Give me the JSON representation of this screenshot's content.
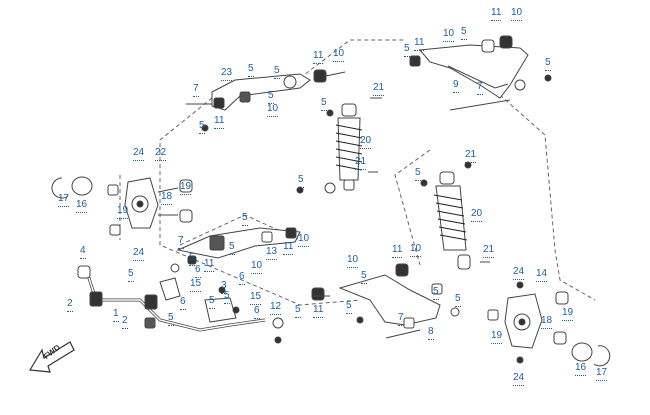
{
  "direction_label": "FWD",
  "callouts": [
    {
      "id": "c1",
      "text": "11"
    },
    {
      "id": "c2",
      "text": "10"
    },
    {
      "id": "c3",
      "text": "10"
    },
    {
      "id": "c4",
      "text": "5"
    },
    {
      "id": "c5",
      "text": "5"
    },
    {
      "id": "c6",
      "text": "11"
    },
    {
      "id": "c7",
      "text": "5"
    },
    {
      "id": "c8",
      "text": "9"
    },
    {
      "id": "c9",
      "text": "7"
    },
    {
      "id": "c10",
      "text": "5"
    },
    {
      "id": "c11",
      "text": "11"
    },
    {
      "id": "c12",
      "text": "10"
    },
    {
      "id": "c13",
      "text": "23"
    },
    {
      "id": "c14",
      "text": "5"
    },
    {
      "id": "c15",
      "text": "5"
    },
    {
      "id": "c16",
      "text": "7"
    },
    {
      "id": "c17",
      "text": "10"
    },
    {
      "id": "c18",
      "text": "5"
    },
    {
      "id": "c19",
      "text": "11"
    },
    {
      "id": "c20",
      "text": "21"
    },
    {
      "id": "c21",
      "text": "5"
    },
    {
      "id": "c22",
      "text": "20"
    },
    {
      "id": "c23",
      "text": "21"
    },
    {
      "id": "c24",
      "text": "24"
    },
    {
      "id": "c25",
      "text": "22"
    },
    {
      "id": "c26",
      "text": "17"
    },
    {
      "id": "c27",
      "text": "16"
    },
    {
      "id": "c28",
      "text": "18"
    },
    {
      "id": "c29",
      "text": "19"
    },
    {
      "id": "c30",
      "text": "19"
    },
    {
      "id": "c31",
      "text": "5"
    },
    {
      "id": "c32",
      "text": "5"
    },
    {
      "id": "c33",
      "text": "21"
    },
    {
      "id": "c34",
      "text": "5"
    },
    {
      "id": "c35",
      "text": "20"
    },
    {
      "id": "c36",
      "text": "24"
    },
    {
      "id": "c37",
      "text": "7"
    },
    {
      "id": "c38",
      "text": "5"
    },
    {
      "id": "c39",
      "text": "13"
    },
    {
      "id": "c40",
      "text": "11"
    },
    {
      "id": "c41",
      "text": "10"
    },
    {
      "id": "c42",
      "text": "4"
    },
    {
      "id": "c43",
      "text": "5"
    },
    {
      "id": "c44",
      "text": "5"
    },
    {
      "id": "c45",
      "text": "6"
    },
    {
      "id": "c46",
      "text": "11"
    },
    {
      "id": "c47",
      "text": "10"
    },
    {
      "id": "c48",
      "text": "10"
    },
    {
      "id": "c49",
      "text": "11"
    },
    {
      "id": "c50",
      "text": "10"
    },
    {
      "id": "c51",
      "text": "21"
    },
    {
      "id": "c52",
      "text": "5"
    },
    {
      "id": "c53",
      "text": "15"
    },
    {
      "id": "c54",
      "text": "6"
    },
    {
      "id": "c55",
      "text": "6"
    },
    {
      "id": "c56",
      "text": "3"
    },
    {
      "id": "c57",
      "text": "5"
    },
    {
      "id": "c58",
      "text": "15"
    },
    {
      "id": "c59",
      "text": "6"
    },
    {
      "id": "c60",
      "text": "2"
    },
    {
      "id": "c61",
      "text": "1"
    },
    {
      "id": "c62",
      "text": "2"
    },
    {
      "id": "c63",
      "text": "5"
    },
    {
      "id": "c64",
      "text": "5"
    },
    {
      "id": "c65",
      "text": "12"
    },
    {
      "id": "c66",
      "text": "5"
    },
    {
      "id": "c67",
      "text": "11"
    },
    {
      "id": "c68",
      "text": "5"
    },
    {
      "id": "c69",
      "text": "5"
    },
    {
      "id": "c70",
      "text": "7"
    },
    {
      "id": "c71",
      "text": "8"
    },
    {
      "id": "c72",
      "text": "5"
    },
    {
      "id": "c73",
      "text": "24"
    },
    {
      "id": "c74",
      "text": "14"
    },
    {
      "id": "c75",
      "text": "19"
    },
    {
      "id": "c76",
      "text": "18"
    },
    {
      "id": "c77",
      "text": "19"
    },
    {
      "id": "c78",
      "text": "16"
    },
    {
      "id": "c79",
      "text": "17"
    },
    {
      "id": "c80",
      "text": "24"
    }
  ]
}
